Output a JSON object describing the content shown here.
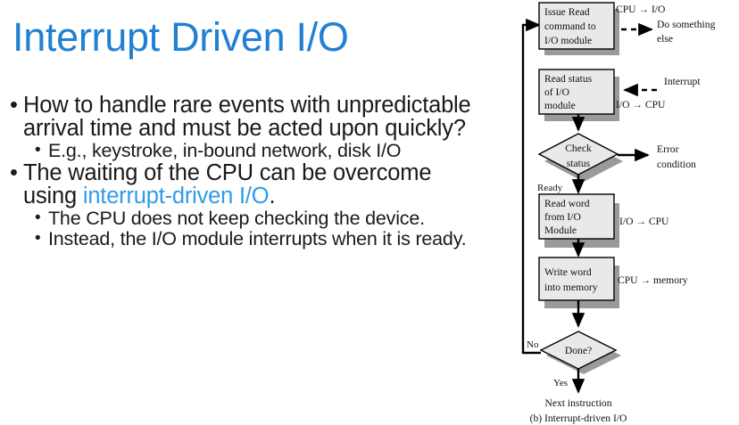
{
  "slide": {
    "title": "Interrupt Driven I/O",
    "title_color": "#2180d4",
    "highlight_color": "#2f9be8",
    "body_color": "#1a1a1a",
    "bullet_glyph": "•"
  },
  "bullets": [
    {
      "level": 1,
      "text": "How to handle rare events with unpredictable arrival time and must be acted upon quickly?"
    },
    {
      "level": 2,
      "text": "E.g., keystroke, in-bound network, disk I/O"
    },
    {
      "level": 1,
      "text_parts": {
        "lead": "The waiting of the CPU can be overcome using ",
        "highlight": "interrupt-driven I/O",
        "tail": "."
      }
    },
    {
      "level": 2,
      "text": "The CPU does not keep checking the device."
    },
    {
      "level": 2,
      "text": "Instead, the I/O module interrupts when it is ready."
    }
  ],
  "flowchart": {
    "caption": "(b) Interrupt-driven I/O",
    "terminal": "Next instruction",
    "box_fill": "#e9e9e9",
    "box_stroke": "#000000",
    "shadow_fill": "#9a9a9a",
    "nodes": [
      {
        "id": "issue-read",
        "type": "process",
        "lines": [
          "Issue Read",
          "command to",
          "I/O module"
        ]
      },
      {
        "id": "read-status",
        "type": "process",
        "lines": [
          "Read status",
          "of I/O",
          "module"
        ]
      },
      {
        "id": "check-status",
        "type": "decision",
        "lines": [
          "Check",
          "status"
        ]
      },
      {
        "id": "read-word",
        "type": "process",
        "lines": [
          "Read word",
          "from I/O",
          "Module"
        ]
      },
      {
        "id": "write-word",
        "type": "process",
        "lines": [
          "Write word",
          "into memory"
        ]
      },
      {
        "id": "done",
        "type": "decision",
        "lines": [
          "Done?"
        ]
      }
    ],
    "annotations": [
      {
        "id": "cpu-to-io",
        "text": "CPU → I/O"
      },
      {
        "id": "do-something-1",
        "text": "Do something"
      },
      {
        "id": "do-something-2",
        "text": "else"
      },
      {
        "id": "interrupt",
        "text": "Interrupt"
      },
      {
        "id": "io-to-cpu-1",
        "text": "I/O → CPU"
      },
      {
        "id": "error-1",
        "text": "Error"
      },
      {
        "id": "error-2",
        "text": "condition"
      },
      {
        "id": "io-to-cpu-2",
        "text": "I/O → CPU"
      },
      {
        "id": "cpu-to-memory",
        "text": "CPU → memory"
      }
    ],
    "edge_labels": [
      {
        "id": "ready",
        "text": "Ready"
      },
      {
        "id": "no",
        "text": "No"
      },
      {
        "id": "yes",
        "text": "Yes"
      }
    ]
  }
}
